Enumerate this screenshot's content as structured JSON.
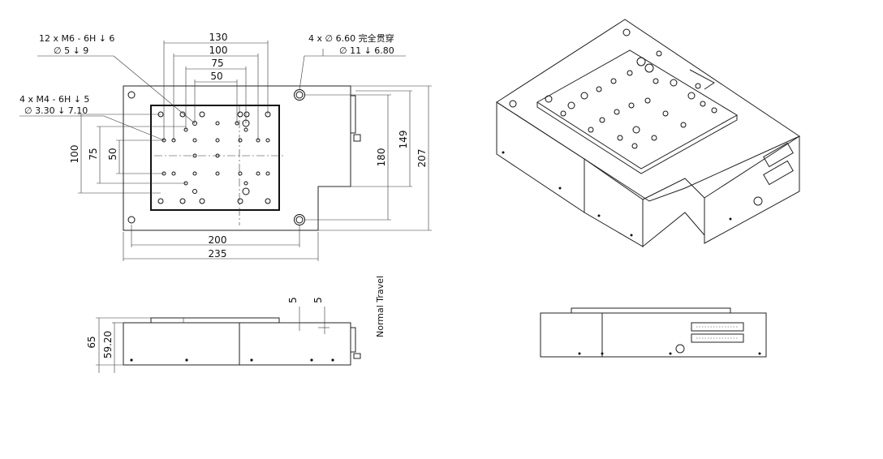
{
  "callouts": {
    "m6_line1": "12 x  M6 - 6H ↓ 6",
    "m6_line2": "∅ 5 ↓ 9",
    "m4_line1": "4 x  M4 - 6H ↓ 5",
    "m4_line2": "∅ 3.30 ↓ 7.10",
    "thru_line1": "4 x ∅ 6.60 完全贯穿",
    "thru_line2": "∅ 11 ↓ 6.80"
  },
  "dimensions": {
    "top_130": "130",
    "top_100": "100",
    "top_75": "75",
    "top_50": "50",
    "left_100": "100",
    "left_75": "75",
    "left_50": "50",
    "right_180": "180",
    "right_149": "149",
    "right_207": "207",
    "bottom_200": "200",
    "bottom_235": "235",
    "side_65": "65",
    "side_5920": "59.20",
    "side_5a": "5",
    "side_5b": "5"
  },
  "labels": {
    "normal_travel": "Normal Travel"
  }
}
